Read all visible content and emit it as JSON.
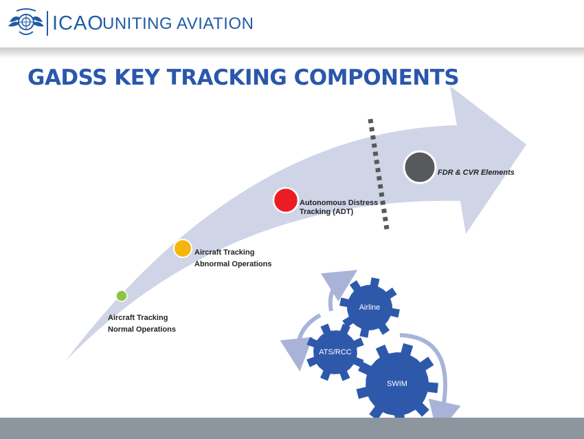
{
  "header": {
    "logo_text": "ICAO",
    "tagline": "UNITING AVIATION"
  },
  "title": "GADSS KEY TRACKING COMPONENTS",
  "milestones": [
    {
      "line1": "Aircraft Tracking",
      "line2": "Normal Operations",
      "color": "#8cc63f"
    },
    {
      "line1": "Aircraft Tracking",
      "line2": "Abnormal Operations",
      "color": "#f5b60c"
    },
    {
      "line1": "Autonomous Distress",
      "line2": "Tracking (ADT)",
      "color": "#ed1c24"
    },
    {
      "line1": "FDR & CVR Elements",
      "color": "#58595b"
    }
  ],
  "gears": {
    "airline": "Airline",
    "ats_rcc": "ATS/RCC",
    "swim": "SWIM"
  },
  "colors": {
    "brand": "#1f5ba6",
    "title": "#2a57ac",
    "arrow": "#cfd4e7",
    "gear": "#2e59ab",
    "cycle_arrow": "#a9b3d8",
    "footer": "#8d969e"
  }
}
